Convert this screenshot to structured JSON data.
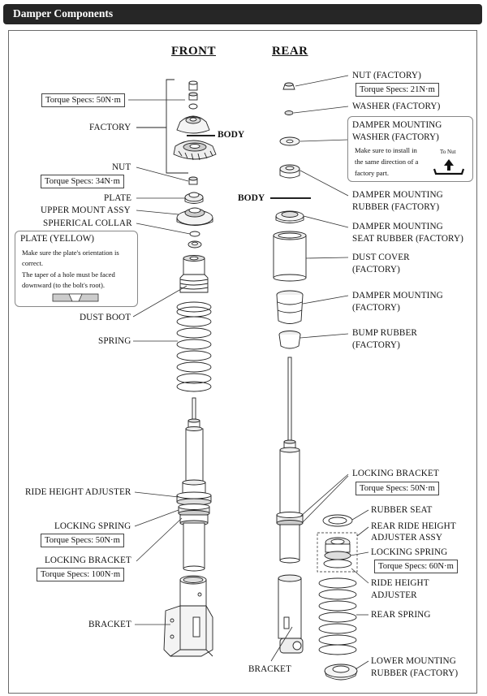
{
  "header": {
    "title": "Damper Components"
  },
  "headings": {
    "front": "FRONT",
    "rear": "REAR",
    "body": "BODY"
  },
  "front": {
    "torque_top": "Torque Specs: 50N·m",
    "factory": "FACTORY",
    "nut": "NUT",
    "torque_nut": "Torque Specs: 34N·m",
    "plate": "PLATE",
    "upper_mount": "UPPER MOUNT ASSY",
    "spherical_collar": "SPHERICAL COLLAR",
    "plate_note": {
      "title": "PLATE (YELLOW)",
      "line1": "Make sure the plate's orientation is",
      "line2": "correct.",
      "line3": "The taper of a hole must be faced",
      "line4": "downward (to the bolt's root)."
    },
    "dust_boot": "DUST BOOT",
    "spring": "SPRING",
    "ride_height_adjuster": "RIDE HEIGHT ADJUSTER",
    "locking_spring": "LOCKING SPRING",
    "torque_locking_spring": "Torque Specs: 50N·m",
    "locking_bracket": "LOCKING BRACKET",
    "torque_locking_bracket": "Torque Specs: 100N·m",
    "bracket": "BRACKET"
  },
  "rear": {
    "nut": "NUT (FACTORY)",
    "torque_nut": "Torque Specs: 21N·m",
    "washer": "WASHER (FACTORY)",
    "washer_note": {
      "title1": "DAMPER MOUNTING",
      "title2": "WASHER (FACTORY)",
      "line1": "Make sure to install in",
      "line2": "the same direction of a",
      "line3": "factory part.",
      "to_nut": "To Nut"
    },
    "mount_rubber1": "DAMPER MOUNTING",
    "mount_rubber2": "RUBBER (FACTORY)",
    "seat_rubber1": "DAMPER MOUNTING",
    "seat_rubber2": "SEAT RUBBER (FACTORY)",
    "dust_cover1": "DUST COVER",
    "dust_cover2": "(FACTORY)",
    "damper_mount1": "DAMPER MOUNTING",
    "damper_mount2": "(FACTORY)",
    "bump_rubber1": "BUMP RUBBER",
    "bump_rubber2": "(FACTORY)",
    "locking_bracket": "LOCKING BRACKET",
    "torque_locking_bracket": "Torque Specs: 50N·m",
    "rubber_seat": "RUBBER SEAT",
    "rear_ride1": "REAR RIDE HEIGHT",
    "rear_ride2": "ADJUSTER ASSY",
    "locking_spring": "LOCKING SPRING",
    "torque_locking_spring": "Torque Specs: 60N·m",
    "ride_height1": "RIDE HEIGHT",
    "ride_height2": "ADJUSTER",
    "rear_spring": "REAR SPRING",
    "lower_mount1": "LOWER MOUNTING",
    "lower_mount2": "RUBBER (FACTORY)",
    "bracket": "BRACKET"
  }
}
